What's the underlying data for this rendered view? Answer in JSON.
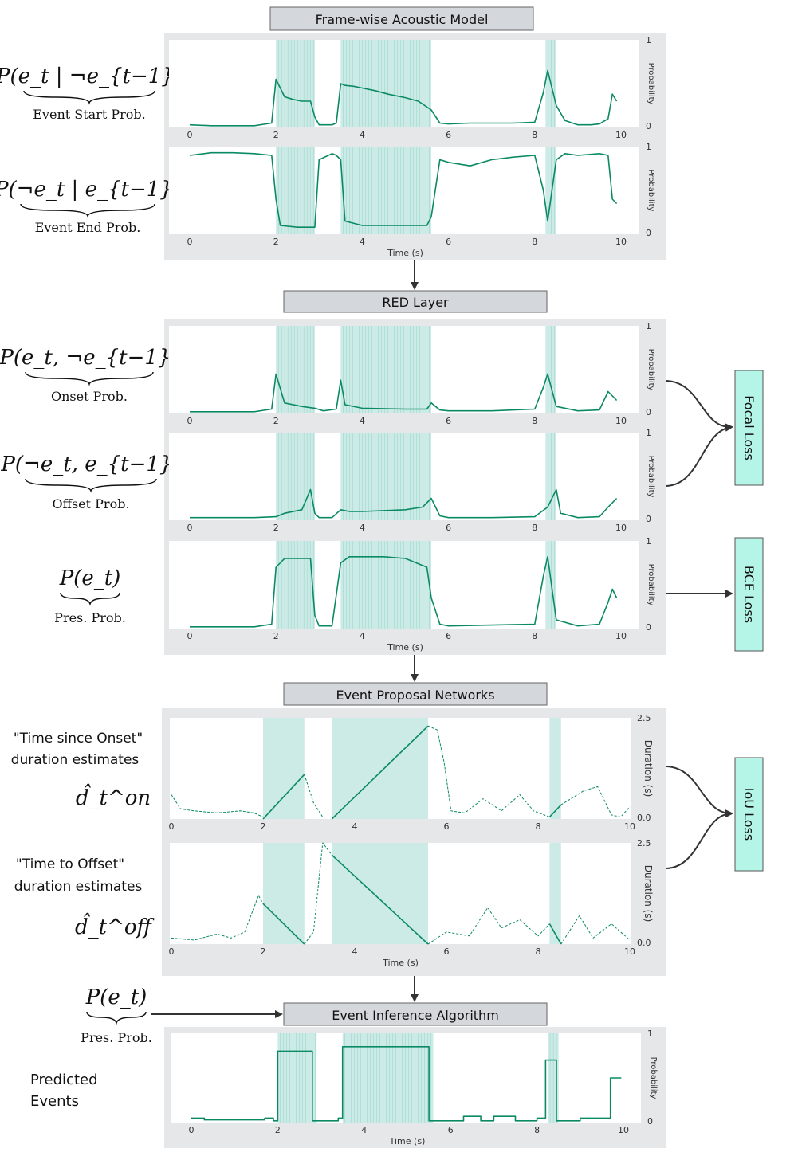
{
  "headers": {
    "acoustic": "Frame-wise Acoustic Model",
    "red": "RED Layer",
    "proposal": "Event Proposal Networks",
    "inference": "Event Inference Algorithm"
  },
  "losses": {
    "focal": "Focal Loss",
    "bce": "BCE Loss",
    "iou": "IoU Loss"
  },
  "left_labels": {
    "start_formula": "P(e_t | ¬e_{t−1})",
    "start_caption": "Event Start Prob.",
    "end_formula": "P(¬e_t | e_{t−1})",
    "end_caption": "Event End Prob.",
    "onset_formula": "P(e_t, ¬e_{t−1})",
    "onset_caption": "Onset Prob.",
    "offset_formula": "P(¬e_t, e_{t−1})",
    "offset_caption": "Offset Prob.",
    "pres_formula": "P(e_t)",
    "pres_caption": "Pres. Prob.",
    "on_line1": "\"Time since Onset\"",
    "on_line2": "duration estimates",
    "on_symbol": "d̂_t^on",
    "off_line1": "\"Time to Offset\"",
    "off_line2": "duration estimates",
    "off_symbol": "d̂_t^off",
    "pres2_formula": "P(e_t)",
    "pres2_caption": "Pres. Prob.",
    "pred_line1": "Predicted",
    "pred_line2": "Events"
  },
  "chart_data": [
    {
      "id": "start",
      "type": "line",
      "ylabel": "Probability",
      "xlabel": "",
      "ylim": [
        0,
        1
      ],
      "xlim": [
        0,
        10
      ],
      "x_ticks": [
        "0",
        "2",
        "4",
        "6",
        "8",
        "10"
      ],
      "y_ticks": [
        "0",
        "1"
      ],
      "events": [
        [
          2.0,
          2.9
        ],
        [
          3.5,
          5.6
        ],
        [
          8.25,
          8.5
        ]
      ],
      "series": [
        {
          "style": "solid",
          "x": [
            0,
            0.5,
            1,
            1.5,
            1.9,
            2.0,
            2.2,
            2.4,
            2.6,
            2.8,
            2.9,
            3.0,
            3.3,
            3.4,
            3.5,
            3.6,
            3.8,
            4.0,
            4.3,
            4.6,
            5.0,
            5.3,
            5.6,
            5.8,
            6.0,
            6.5,
            7.0,
            7.5,
            8.0,
            8.2,
            8.3,
            8.5,
            8.7,
            9.0,
            9.3,
            9.5,
            9.7,
            9.8,
            9.9
          ],
          "y": [
            0.03,
            0.02,
            0.02,
            0.02,
            0.05,
            0.55,
            0.35,
            0.32,
            0.3,
            0.3,
            0.12,
            0.03,
            0.03,
            0.05,
            0.5,
            0.48,
            0.47,
            0.45,
            0.42,
            0.38,
            0.34,
            0.3,
            0.2,
            0.05,
            0.04,
            0.05,
            0.05,
            0.05,
            0.06,
            0.4,
            0.65,
            0.25,
            0.08,
            0.03,
            0.03,
            0.04,
            0.1,
            0.38,
            0.3
          ]
        }
      ]
    },
    {
      "id": "end",
      "type": "line",
      "ylabel": "Probability",
      "xlabel": "Time (s)",
      "ylim": [
        0,
        1
      ],
      "xlim": [
        0,
        10
      ],
      "x_ticks": [
        "0",
        "2",
        "4",
        "6",
        "8",
        "10"
      ],
      "y_ticks": [
        "0",
        "1"
      ],
      "events": [
        [
          2.0,
          2.9
        ],
        [
          3.5,
          5.6
        ],
        [
          8.25,
          8.5
        ]
      ],
      "series": [
        {
          "style": "solid",
          "x": [
            0,
            0.5,
            1,
            1.5,
            1.9,
            2.0,
            2.1,
            2.5,
            2.9,
            3.0,
            3.3,
            3.4,
            3.5,
            3.6,
            4.0,
            5.0,
            5.5,
            5.6,
            5.8,
            6.0,
            6.5,
            7.0,
            7.5,
            8.0,
            8.2,
            8.3,
            8.5,
            8.7,
            9.0,
            9.5,
            9.7,
            9.8,
            9.9
          ],
          "y": [
            0.9,
            0.93,
            0.93,
            0.92,
            0.9,
            0.4,
            0.1,
            0.08,
            0.08,
            0.85,
            0.92,
            0.9,
            0.85,
            0.15,
            0.1,
            0.1,
            0.1,
            0.2,
            0.85,
            0.82,
            0.78,
            0.85,
            0.88,
            0.9,
            0.5,
            0.15,
            0.85,
            0.92,
            0.9,
            0.92,
            0.9,
            0.4,
            0.35
          ]
        }
      ]
    },
    {
      "id": "onset",
      "type": "line",
      "ylabel": "Probability",
      "xlabel": "",
      "ylim": [
        0,
        1
      ],
      "xlim": [
        0,
        10
      ],
      "x_ticks": [
        "0",
        "2",
        "4",
        "6",
        "8",
        "10"
      ],
      "y_ticks": [
        "0",
        "1"
      ],
      "events": [
        [
          2.0,
          2.9
        ],
        [
          3.5,
          5.6
        ],
        [
          8.25,
          8.5
        ]
      ],
      "series": [
        {
          "style": "solid",
          "x": [
            0,
            0.5,
            1,
            1.5,
            1.9,
            2.0,
            2.2,
            2.6,
            2.9,
            3.1,
            3.4,
            3.5,
            3.6,
            4.0,
            5.0,
            5.5,
            5.6,
            5.8,
            6.0,
            7.0,
            8.0,
            8.2,
            8.3,
            8.5,
            9.0,
            9.5,
            9.7,
            9.8,
            9.9
          ],
          "y": [
            0.02,
            0.02,
            0.02,
            0.02,
            0.05,
            0.45,
            0.12,
            0.08,
            0.06,
            0.03,
            0.05,
            0.38,
            0.1,
            0.06,
            0.05,
            0.05,
            0.12,
            0.04,
            0.03,
            0.03,
            0.05,
            0.3,
            0.45,
            0.08,
            0.03,
            0.04,
            0.25,
            0.2,
            0.15
          ]
        }
      ]
    },
    {
      "id": "offset",
      "type": "line",
      "ylabel": "Probability",
      "xlabel": "",
      "ylim": [
        0,
        1
      ],
      "xlim": [
        0,
        10
      ],
      "x_ticks": [
        "0",
        "2",
        "4",
        "6",
        "8",
        "10"
      ],
      "y_ticks": [
        "0",
        "1"
      ],
      "events": [
        [
          2.0,
          2.9
        ],
        [
          3.5,
          5.6
        ],
        [
          8.25,
          8.5
        ]
      ],
      "series": [
        {
          "style": "solid",
          "x": [
            0,
            0.5,
            1,
            1.5,
            2.0,
            2.2,
            2.6,
            2.8,
            2.9,
            3.0,
            3.3,
            3.5,
            3.7,
            4.0,
            5.0,
            5.4,
            5.6,
            5.8,
            6.0,
            7.0,
            8.0,
            8.3,
            8.5,
            8.6,
            9.0,
            9.5,
            9.7,
            9.9
          ],
          "y": [
            0.03,
            0.03,
            0.03,
            0.03,
            0.04,
            0.08,
            0.12,
            0.35,
            0.08,
            0.03,
            0.03,
            0.12,
            0.1,
            0.1,
            0.12,
            0.15,
            0.25,
            0.05,
            0.03,
            0.03,
            0.04,
            0.15,
            0.35,
            0.08,
            0.03,
            0.04,
            0.15,
            0.25
          ]
        }
      ]
    },
    {
      "id": "presence",
      "type": "line",
      "ylabel": "Probability",
      "xlabel": "Time (s)",
      "ylim": [
        0,
        1
      ],
      "xlim": [
        0,
        10
      ],
      "x_ticks": [
        "0",
        "2",
        "4",
        "6",
        "8",
        "10"
      ],
      "y_ticks": [
        "0",
        "1"
      ],
      "events": [
        [
          2.0,
          2.9
        ],
        [
          3.5,
          5.6
        ],
        [
          8.25,
          8.5
        ]
      ],
      "series": [
        {
          "style": "solid",
          "x": [
            0,
            0.5,
            1,
            1.5,
            1.9,
            2.0,
            2.2,
            2.8,
            2.9,
            3.0,
            3.3,
            3.5,
            3.7,
            4.5,
            5.0,
            5.5,
            5.6,
            5.8,
            6.0,
            7.0,
            8.0,
            8.2,
            8.3,
            8.5,
            9.0,
            9.5,
            9.7,
            9.8,
            9.9
          ],
          "y": [
            0.02,
            0.02,
            0.02,
            0.02,
            0.05,
            0.7,
            0.8,
            0.8,
            0.15,
            0.03,
            0.03,
            0.75,
            0.82,
            0.82,
            0.8,
            0.7,
            0.35,
            0.05,
            0.03,
            0.04,
            0.05,
            0.6,
            0.82,
            0.1,
            0.03,
            0.05,
            0.3,
            0.45,
            0.35
          ]
        }
      ]
    },
    {
      "id": "time_since_onset",
      "type": "line",
      "ylabel": "Duration (s)",
      "xlabel": "",
      "ylim": [
        0,
        2.5
      ],
      "xlim": [
        0,
        10
      ],
      "x_ticks": [
        "0",
        "2",
        "4",
        "6",
        "8",
        "10"
      ],
      "y_ticks": [
        "0.0",
        "2.5"
      ],
      "events": [
        [
          2.0,
          2.9
        ],
        [
          3.5,
          5.6
        ],
        [
          8.25,
          8.5
        ]
      ],
      "series": [
        {
          "style": "dashed",
          "x": [
            0,
            0.2,
            0.5,
            1.0,
            1.5,
            1.8,
            2.0
          ],
          "y": [
            0.6,
            0.25,
            0.2,
            0.15,
            0.2,
            0.15,
            0.05
          ]
        },
        {
          "style": "solid",
          "x": [
            2.0,
            2.9
          ],
          "y": [
            0.0,
            1.1
          ]
        },
        {
          "style": "dashed",
          "x": [
            2.9,
            3.1,
            3.3,
            3.5
          ],
          "y": [
            1.1,
            0.4,
            0.05,
            0.05
          ]
        },
        {
          "style": "solid",
          "x": [
            3.5,
            5.6
          ],
          "y": [
            0.0,
            2.3
          ]
        },
        {
          "style": "dashed",
          "x": [
            5.6,
            5.8,
            5.95,
            6.1,
            6.4,
            6.8,
            7.2,
            7.6,
            7.9,
            8.25
          ],
          "y": [
            2.3,
            2.2,
            1.4,
            0.2,
            0.15,
            0.5,
            0.2,
            0.6,
            0.2,
            0.05
          ]
        },
        {
          "style": "solid",
          "x": [
            8.25,
            8.5
          ],
          "y": [
            0.05,
            0.35
          ]
        },
        {
          "style": "dashed",
          "x": [
            8.5,
            9.0,
            9.3,
            9.6,
            9.8,
            10
          ],
          "y": [
            0.35,
            0.7,
            0.8,
            0.1,
            0.05,
            0.3
          ]
        }
      ]
    },
    {
      "id": "time_to_offset",
      "type": "line",
      "ylabel": "Duration (s)",
      "xlabel": "Time (s)",
      "ylim": [
        0,
        2.5
      ],
      "xlim": [
        0,
        10
      ],
      "x_ticks": [
        "0",
        "2",
        "4",
        "6",
        "8",
        "10"
      ],
      "y_ticks": [
        "0.0",
        "2.5"
      ],
      "events": [
        [
          2.0,
          2.9
        ],
        [
          3.5,
          5.6
        ],
        [
          8.25,
          8.5
        ]
      ],
      "series": [
        {
          "style": "dashed",
          "x": [
            0,
            0.5,
            1.0,
            1.3,
            1.6,
            1.9,
            2.0
          ],
          "y": [
            0.15,
            0.1,
            0.25,
            0.15,
            0.3,
            1.2,
            1.0
          ]
        },
        {
          "style": "solid",
          "x": [
            2.0,
            2.9
          ],
          "y": [
            1.0,
            0.0
          ]
        },
        {
          "style": "dashed",
          "x": [
            2.9,
            3.1,
            3.3,
            3.5
          ],
          "y": [
            0.0,
            0.3,
            2.5,
            2.2
          ]
        },
        {
          "style": "solid",
          "x": [
            3.5,
            5.6
          ],
          "y": [
            2.2,
            0.0
          ]
        },
        {
          "style": "dashed",
          "x": [
            5.6,
            6.0,
            6.5,
            6.9,
            7.2,
            7.6,
            8.0,
            8.25
          ],
          "y": [
            0.0,
            0.3,
            0.2,
            0.9,
            0.4,
            0.6,
            0.2,
            0.5
          ]
        },
        {
          "style": "solid",
          "x": [
            8.25,
            8.5
          ],
          "y": [
            0.5,
            0.0
          ]
        },
        {
          "style": "dashed",
          "x": [
            8.5,
            8.9,
            9.2,
            9.6,
            10
          ],
          "y": [
            0.0,
            0.7,
            0.15,
            0.5,
            0.1
          ]
        }
      ]
    },
    {
      "id": "predicted",
      "type": "line",
      "ylabel": "Probability",
      "xlabel": "Time (s)",
      "ylim": [
        0,
        1
      ],
      "xlim": [
        0,
        10
      ],
      "x_ticks": [
        "0",
        "2",
        "4",
        "6",
        "8",
        "10"
      ],
      "y_ticks": [
        "0",
        "1"
      ],
      "events": [
        [
          2.0,
          2.9
        ],
        [
          3.5,
          5.6
        ],
        [
          8.25,
          8.5
        ]
      ],
      "series": [
        {
          "style": "solid",
          "x": [
            0,
            0.3,
            0.3,
            1.7,
            1.7,
            1.9,
            1.9,
            2.0,
            2.0,
            2.8,
            2.8,
            3.4,
            3.4,
            3.5,
            3.5,
            5.5,
            5.5,
            6.3,
            6.3,
            6.7,
            6.7,
            7.0,
            7.0,
            7.5,
            7.5,
            8.0,
            8.0,
            8.2,
            8.2,
            8.45,
            8.45,
            9.0,
            9.0,
            9.7,
            9.7,
            9.95
          ],
          "y": [
            0.05,
            0.05,
            0.03,
            0.03,
            0.05,
            0.05,
            0.02,
            0.02,
            0.8,
            0.8,
            0.02,
            0.02,
            0.05,
            0.05,
            0.85,
            0.85,
            0.02,
            0.02,
            0.07,
            0.07,
            0.02,
            0.02,
            0.07,
            0.07,
            0.02,
            0.02,
            0.05,
            0.05,
            0.7,
            0.7,
            0.02,
            0.02,
            0.05,
            0.05,
            0.5,
            0.5
          ]
        }
      ]
    }
  ]
}
